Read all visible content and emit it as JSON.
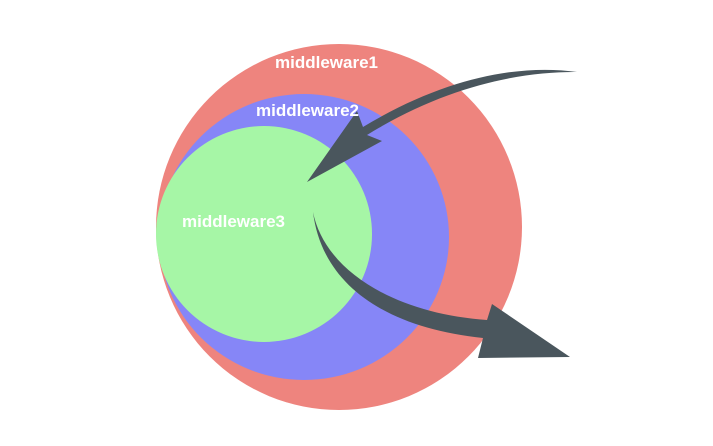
{
  "diagram": {
    "layers": [
      {
        "label": "middleware1",
        "color": "#ee847e"
      },
      {
        "label": "middleware2",
        "color": "#8686f7"
      },
      {
        "label": "middleware3",
        "color": "#a6f6a6"
      }
    ],
    "arrow_color": "#4a565d"
  }
}
